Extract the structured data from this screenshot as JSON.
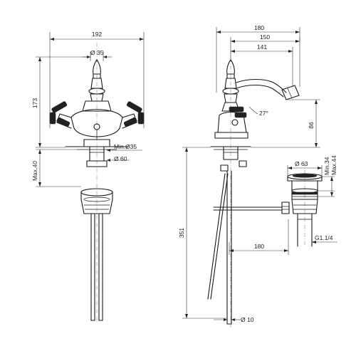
{
  "front_view": {
    "width": "192",
    "top_diameter": "Ø 35",
    "height": "173",
    "max_deck": "Max.40",
    "min_hole": "Min.Ø35",
    "base_diameter": "Ø 60"
  },
  "side_view": {
    "overall_reach": "180",
    "spout_reach": "150",
    "spout_inner": "141",
    "spout_angle": "27°",
    "spout_height": "86",
    "total_height": "351",
    "rod_length": "180",
    "tube_diameter": "Ø 10"
  },
  "drain_view": {
    "flange_diameter": "Ø 63",
    "min_thickness": "Min.34",
    "max_thickness": "Max.44",
    "thread": "G1.1/4"
  }
}
